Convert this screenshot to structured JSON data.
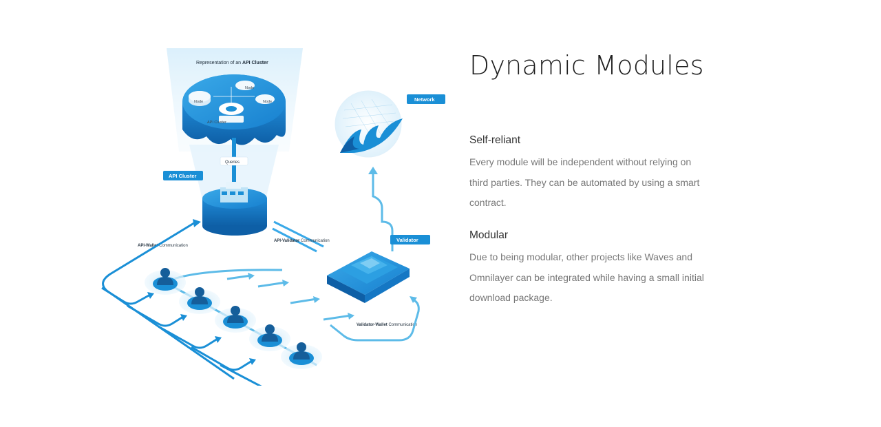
{
  "diagram": {
    "representation_prefix": "Representation of an ",
    "representation_bold": "API Cluster",
    "node_label": "Node",
    "api_cluster_inner_label": "API Cluster",
    "queries_label": "Queries",
    "api_cluster_tag": "API Cluster",
    "network_tag": "Network",
    "validator_tag": "Validator",
    "api_wallet_bold": "API-Wallet",
    "api_validator_bold": "API-Validator",
    "validator_wallet_bold": "Validator-Wallet",
    "communication_suffix": " Communication",
    "colors": {
      "primary": "#1a8fd6",
      "dark": "#0d5f9e",
      "light": "#bfe3f6"
    }
  },
  "content": {
    "title": "Dynamic Modules",
    "features": [
      {
        "title": "Self-reliant",
        "text": "Every module will be independent without relying on third parties. They can be automated by using a smart contract."
      },
      {
        "title": "Modular",
        "text": "Due to being modular, other projects like Waves and Omnilayer can be integrated while having a small initial download package."
      }
    ]
  }
}
